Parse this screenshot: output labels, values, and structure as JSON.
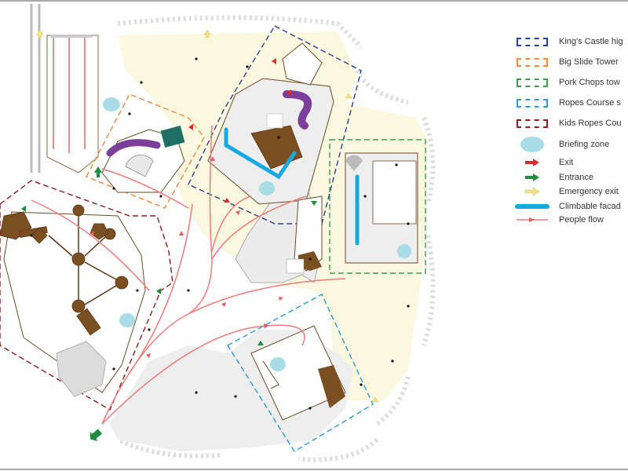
{
  "legend": {
    "items": [
      {
        "label": "King's Castle hig",
        "kind": "dashed",
        "color": "#2b3f8c"
      },
      {
        "label": "Big Slide Tower",
        "kind": "dashed",
        "color": "#f0883e"
      },
      {
        "label": "Pork Chops tow",
        "kind": "dashed",
        "color": "#3c9a4a"
      },
      {
        "label": "Ropes Course s",
        "kind": "dashed",
        "color": "#2b9bd6"
      },
      {
        "label": "Kids Ropes Cou",
        "kind": "dashed",
        "color": "#8b1d20"
      },
      {
        "label": "Briefing zone",
        "kind": "ellipse"
      },
      {
        "label": "Exit",
        "kind": "arrow",
        "color": "#e02a2a"
      },
      {
        "label": "Entrance",
        "kind": "arrow",
        "color": "#1e8e3e"
      },
      {
        "label": "Emergency exit",
        "kind": "arrow",
        "color": "#f2e38a"
      },
      {
        "label": "Climbable facad",
        "kind": "bar",
        "color": "#19a9e1"
      },
      {
        "label": "People flow",
        "kind": "flow",
        "color": "#f07a7a"
      }
    ]
  },
  "colors": {
    "zone_fill": "#fbf8e0",
    "building_fill": "#ececec",
    "wood": "#7a4f22",
    "slide": "#7b3f9a",
    "teal_structure": "#1e6e66",
    "briefing": "#a8dce6",
    "climbable": "#19a9e1",
    "flow": "#f07a7a"
  }
}
